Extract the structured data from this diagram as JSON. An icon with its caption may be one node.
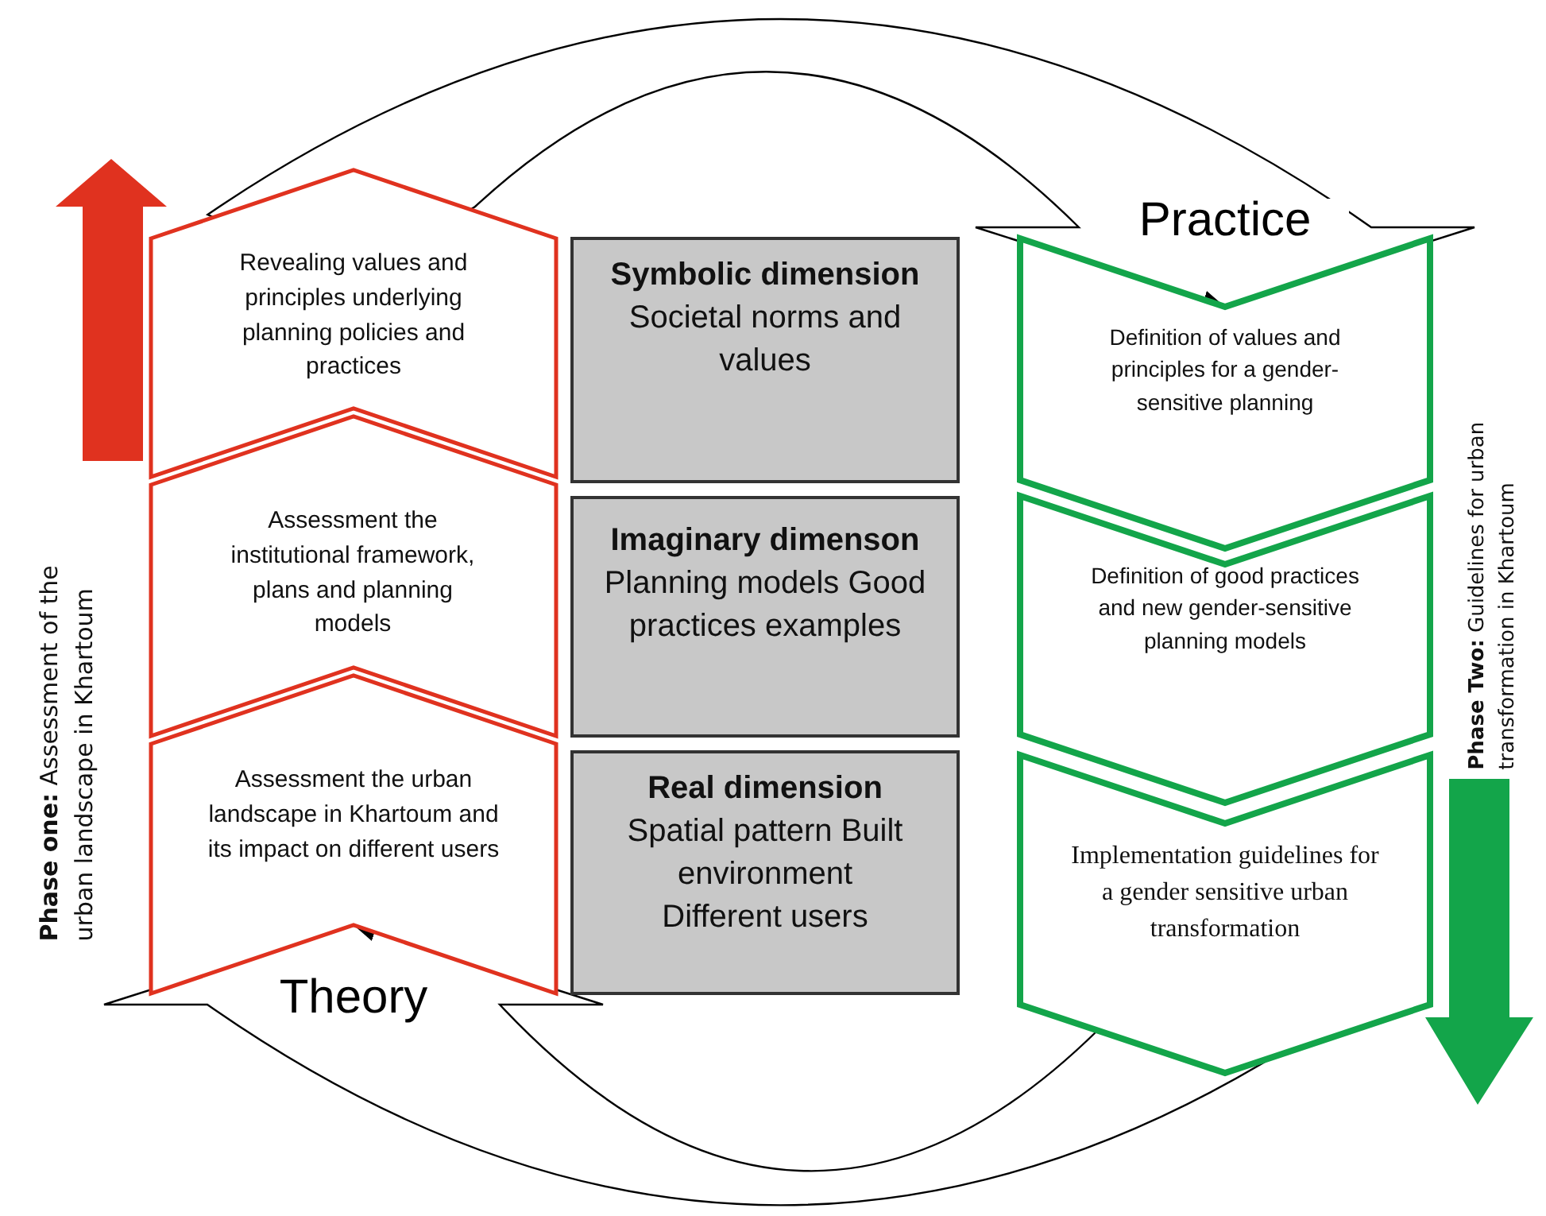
{
  "diagram": {
    "nodes": [
      {
        "text": [
          "Revealing values and principles underlying planning policies and practices"
        ]
      },
      {
        "text": [
          "Assessment the institutional framework, plans and planning models"
        ]
      },
      {
        "text": [
          "Assessment the urban landscape in Khartoum and its impact on different users"
        ]
      },
      {
        "text": [
          "Symbolic dimension",
          "Societal norms and values"
        ]
      },
      {
        "text": [
          "Imaginary dimenson",
          "Planning models Good practices examples"
        ]
      },
      {
        "text": [
          "Real dimension",
          "Spatial pattern Built environment Different users"
        ]
      },
      {
        "text": [
          "Definition of values and principles for a gender-sensitive planning"
        ]
      },
      {
        "text": [
          "Definition of good practices and new gender-sensitive planning models"
        ]
      },
      {
        "text": [
          "Implementation guidelines for a gender sensitive urban transformation"
        ]
      }
    ],
    "edges": [
      {
        "from": 0,
        "to": 6,
        "arrow": "to",
        "label": "Practice"
      },
      {
        "from": 8,
        "to": 2,
        "arrow": "to",
        "label": "Theory"
      }
    ],
    "labels": [
      "**Phase one:** Assessment of the urban landscape in Khartoum",
      "**Phase Two:** Guidelines for urban transformation in Khartoum"
    ]
  }
}
